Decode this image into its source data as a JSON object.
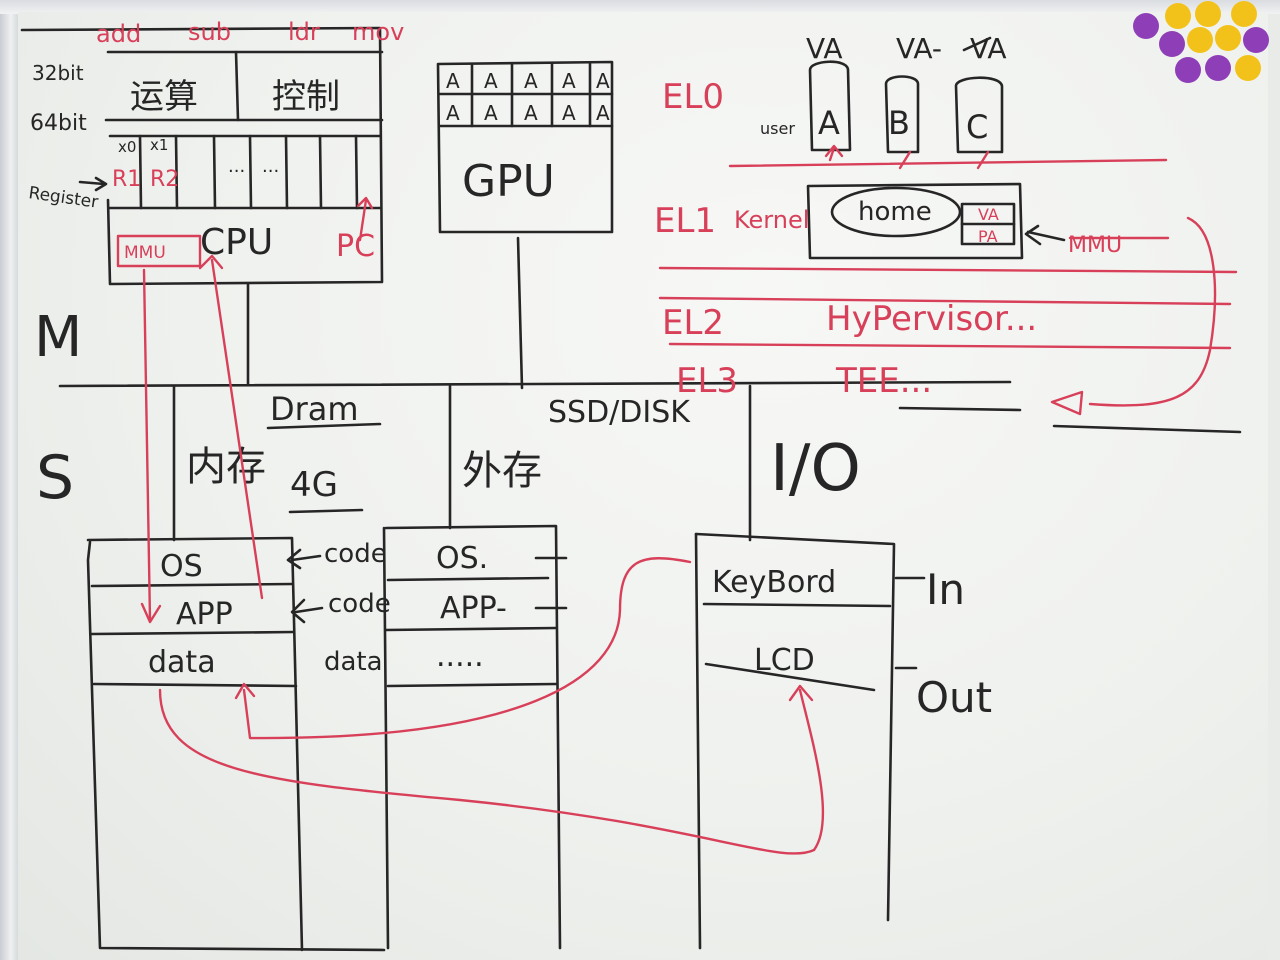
{
  "colors": {
    "ink_black": "#262626",
    "ink_red": "#d8405a",
    "board": "#f1f2ef",
    "magnet_yellow": "#f2c21b",
    "magnet_purple": "#8e3fb8"
  },
  "cpu": {
    "instructions": [
      "add",
      "sub",
      "ldr",
      "mov"
    ],
    "bit_labels": [
      "32bit",
      "64bit"
    ],
    "register_label": "Register",
    "unit_alu": "运算",
    "unit_control": "控制",
    "register_cells_top": [
      "x0",
      "x1",
      "...",
      "..."
    ],
    "register_cells_red": [
      "R1",
      "R2"
    ],
    "title": "CPU",
    "mmu_label": "MMU",
    "pc_label": "PC"
  },
  "gpu": {
    "cells": [
      "A",
      "A",
      "A",
      "A",
      "A",
      "A",
      "A",
      "A",
      "A",
      "A"
    ],
    "title": "GPU"
  },
  "bus": {
    "m_label": "M",
    "s_label": "S",
    "memory_en": "Dram",
    "memory_cn": "内存",
    "memory_size": "4G",
    "storage_en": "SSD/DISK",
    "storage_cn": "外存",
    "io_label": "I/O"
  },
  "memory_stack": [
    "OS",
    "APP",
    "data"
  ],
  "transfer_labels": [
    "code",
    "code",
    "data"
  ],
  "disk_stack": [
    "OS.",
    "APP-",
    "....."
  ],
  "io_stack": [
    "KeyBord",
    "LCD"
  ],
  "io_dirs": [
    "In",
    "Out"
  ],
  "privilege": {
    "el0": "EL0",
    "user_label": "user",
    "va_headers": [
      "VA",
      "VA-",
      "VA"
    ],
    "apps": [
      "A",
      "B",
      "C"
    ],
    "el1": "EL1",
    "kernel_label": "Kernel",
    "kernel_box": "home",
    "va_pa": [
      "VA",
      "PA"
    ],
    "el1_right": "MMU",
    "el2": "EL2",
    "el2_text": "HyPervisor...",
    "el3": "EL3",
    "el3_text": "TEE..."
  }
}
